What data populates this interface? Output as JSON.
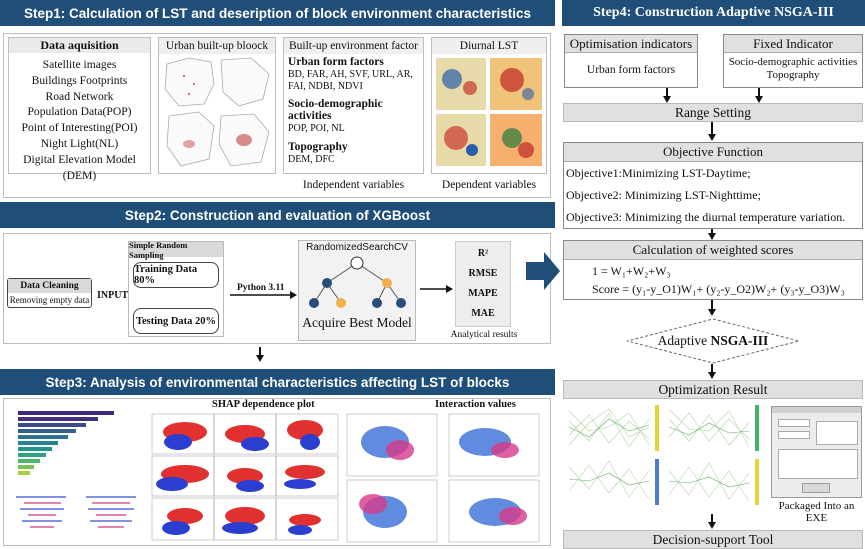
{
  "step1": {
    "title": "Step1: Calculation of LST and deseription of block environment characteristics",
    "data_header": "Data aquisition",
    "data_items": [
      "Satellite images",
      "Buildings Footprints",
      "Road Network",
      "Population Data(POP)",
      "Point of Interesting(POI)",
      "Night Light(NL)",
      "Digital Elevation Model (DEM)"
    ],
    "urban_block_label": "Urban built-up bloock",
    "factor_header": "Built-up environment factor",
    "urban_form_title": "Urban form factors",
    "urban_form_items": "BD, FAR, AH, SVF, URL, AR, FAI, NDBI, NDVI",
    "socio_title": "Socio-demographic activities",
    "socio_items": "POP, POI, NL",
    "topo_title": "Topography",
    "topo_items": "DEM, DFC",
    "diurnal_header": "Diurnal LST",
    "independent_label": "Independent variables",
    "dependent_label": "Dependent variables"
  },
  "step2": {
    "title": "Step2: Construction and evaluation of XGBoost",
    "data_cleaning": "Data Cleaning",
    "removing": "Removing empty data",
    "input": "INPUT",
    "sampling": "Simple Random Sampling",
    "training": "Training Data 80%",
    "testing": "Testing Data 20%",
    "python": "Python 3.11",
    "randomized": "RandomizedSearchCV",
    "acquire": "Acquire Best Model",
    "metrics": [
      "R²",
      "RMSE",
      "MAPE",
      "MAE"
    ],
    "analytical": "Analytical results"
  },
  "step3": {
    "title": "Step3: Analysis of environmental characteristics affecting LST of blocks",
    "shap_label": "SHAP dependence plot",
    "interaction_label": "Interaction values"
  },
  "step4": {
    "title": "Step4: Construction Adaptive  NSGA-III",
    "opt_indicators": "Optimisation indicators",
    "urban_form": "Urban form factors",
    "fixed_indicator": "Fixed Indicator",
    "fixed_items": [
      "Socio-demographic activities",
      "Topography"
    ],
    "range_setting": "Range Setting",
    "objective_function": "Objective Function",
    "objectives": [
      "Objective1:Minimizing LST-Daytime;",
      "Objective2: Minimizing LST-Nighttime;",
      "Objective3: Minimizing the diurnal temperature variation."
    ],
    "weighted": "Calculation of weighted scores",
    "eq1": "1 = W₁+W₂+W₃",
    "eq2": "Score = (y₁-y_O1)W₁+ (y₂-y_O2)W₂+ (y₃-y_O3)W₃",
    "adaptive": "Adaptive",
    "nsga": "NSGA-III",
    "optimization_result": "Optimization Result",
    "packaged": "Packaged Into an EXE",
    "decision": "Decision-support Tool"
  },
  "colors": {
    "banner": "#1f4e79",
    "arrow": "#1f4e79"
  }
}
